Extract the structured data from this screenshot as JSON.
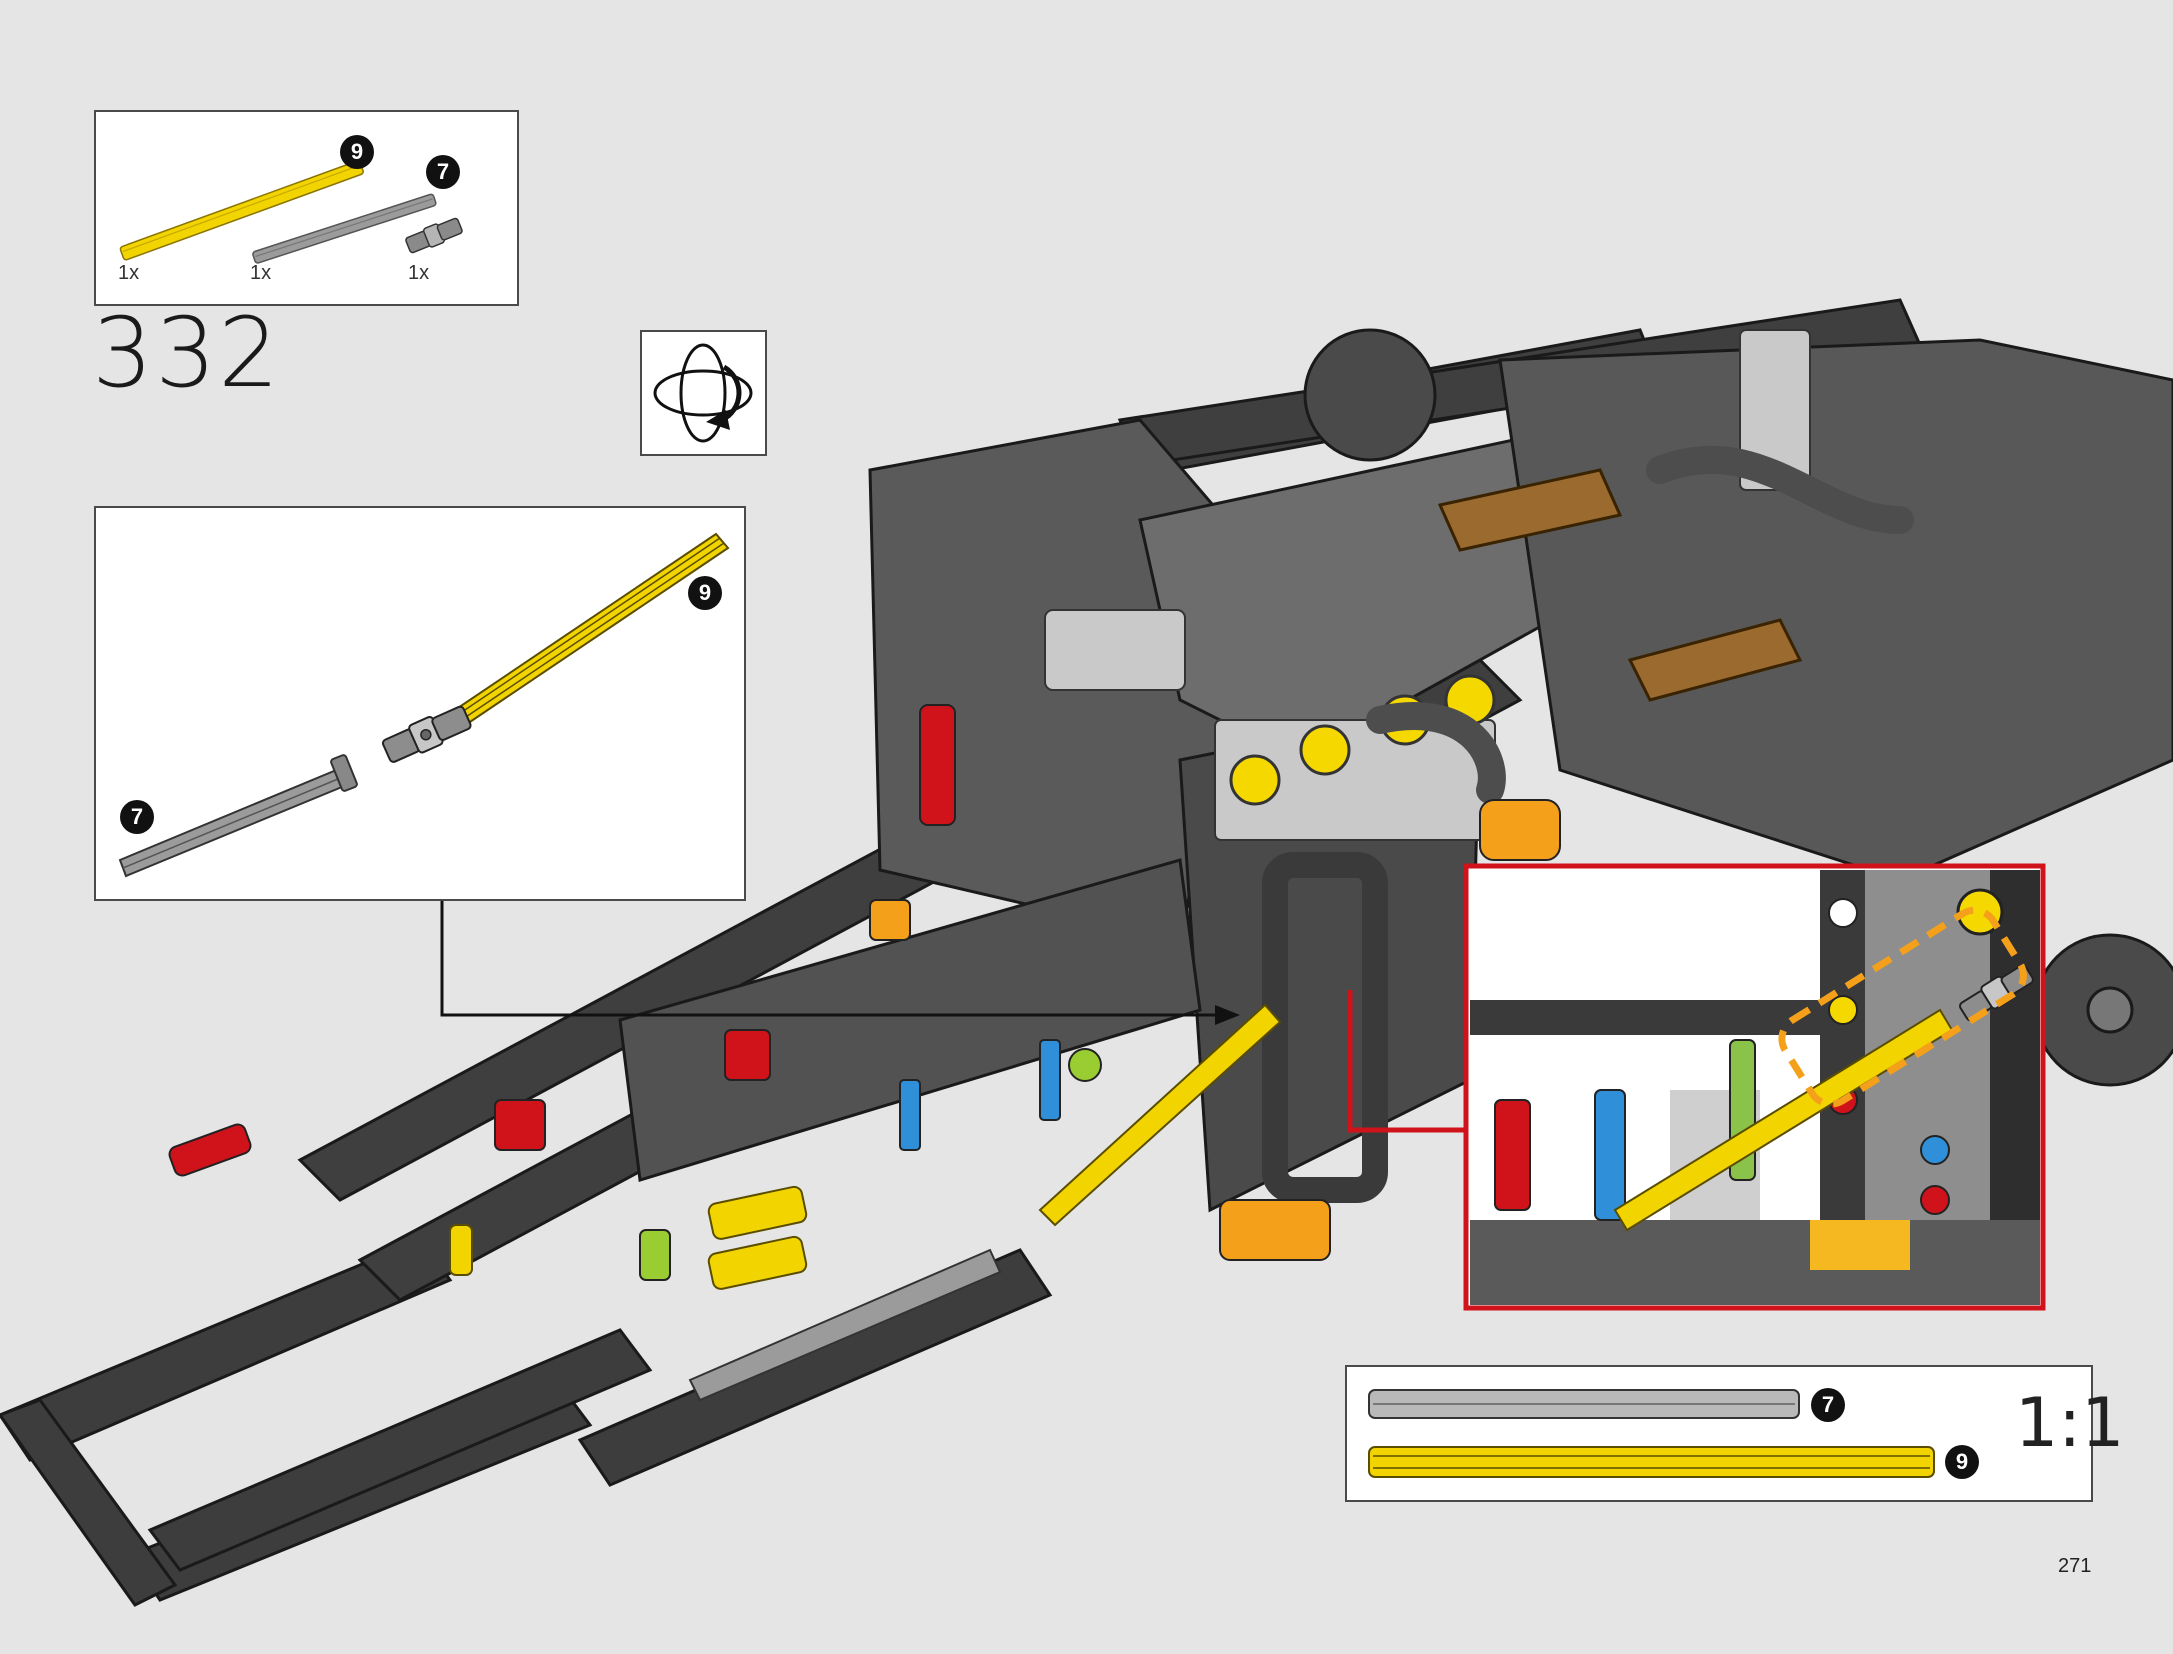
{
  "step": {
    "number": "332"
  },
  "page": {
    "number": "271"
  },
  "parts_list": {
    "items": [
      {
        "name": "yellow-axle",
        "badge": "9",
        "quantity": "1x",
        "color": "#f2d500"
      },
      {
        "name": "gray-axle",
        "badge": "7",
        "quantity": "1x",
        "color": "#9b9b9b"
      },
      {
        "name": "universal-joint",
        "quantity": "1x",
        "color": "#8a8a8a"
      }
    ]
  },
  "subassembly": {
    "labels": [
      {
        "part": "yellow-axle",
        "badge": "9"
      },
      {
        "part": "gray-axle",
        "badge": "7"
      }
    ]
  },
  "scale_ruler": {
    "scale": "1:1",
    "items": [
      {
        "part": "gray-axle",
        "badge": "7",
        "color": "#b9b9b9"
      },
      {
        "part": "yellow-axle",
        "badge": "9",
        "color": "#f2d500"
      }
    ]
  },
  "colors": {
    "background": "#e5e5e5",
    "callout_frame": "#d0121b",
    "highlight_dash": "#f5a01a",
    "frame_dark": "#3d3d3d"
  },
  "icons": [
    "rotate-model-icon"
  ]
}
